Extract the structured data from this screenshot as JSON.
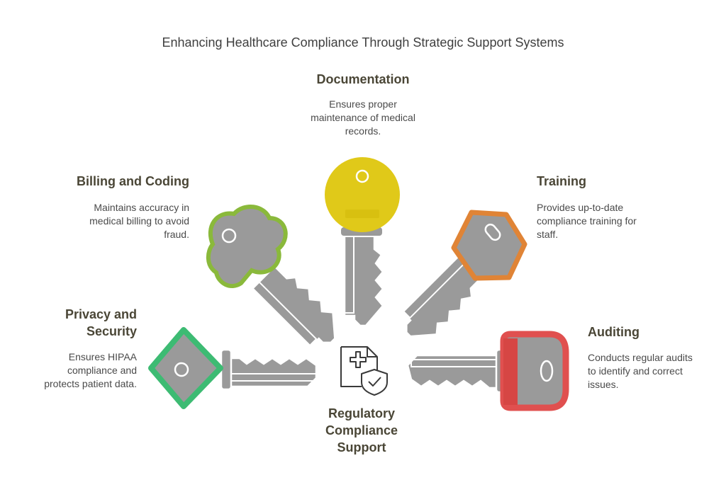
{
  "title": "Enhancing Healthcare Compliance Through Strategic Support Systems",
  "center": {
    "label_lines": [
      "Regulatory",
      "Compliance",
      "Support"
    ],
    "icon": "medical-document-shield-icon"
  },
  "items": {
    "documentation": {
      "heading": "Documentation",
      "desc_lines": [
        "Ensures proper",
        "maintenance of medical",
        "records."
      ],
      "color": "#e0c919",
      "icon": "round-key-icon"
    },
    "billing": {
      "heading": "Billing and Coding",
      "desc_lines": [
        "Maintains accuracy in",
        "medical billing to avoid",
        "fraud."
      ],
      "color": "#8ab93b",
      "icon": "trefoil-key-icon"
    },
    "training": {
      "heading": "Training",
      "desc_lines": [
        "Provides up-to-date",
        "compliance training for",
        "staff."
      ],
      "color": "#e08436",
      "icon": "hexagon-key-icon"
    },
    "privacy": {
      "heading_lines": [
        "Privacy and",
        "Security"
      ],
      "desc_lines": [
        "Ensures HIPAA",
        "compliance and",
        "protects patient data."
      ],
      "color": "#3dbb73",
      "icon": "diamond-key-icon"
    },
    "auditing": {
      "heading": "Auditing",
      "desc_lines": [
        "Conducts regular audits",
        "to identify and correct",
        "issues."
      ],
      "color": "#e0504f",
      "icon": "rect-key-icon"
    }
  },
  "key_gray": "#9a9a9a"
}
